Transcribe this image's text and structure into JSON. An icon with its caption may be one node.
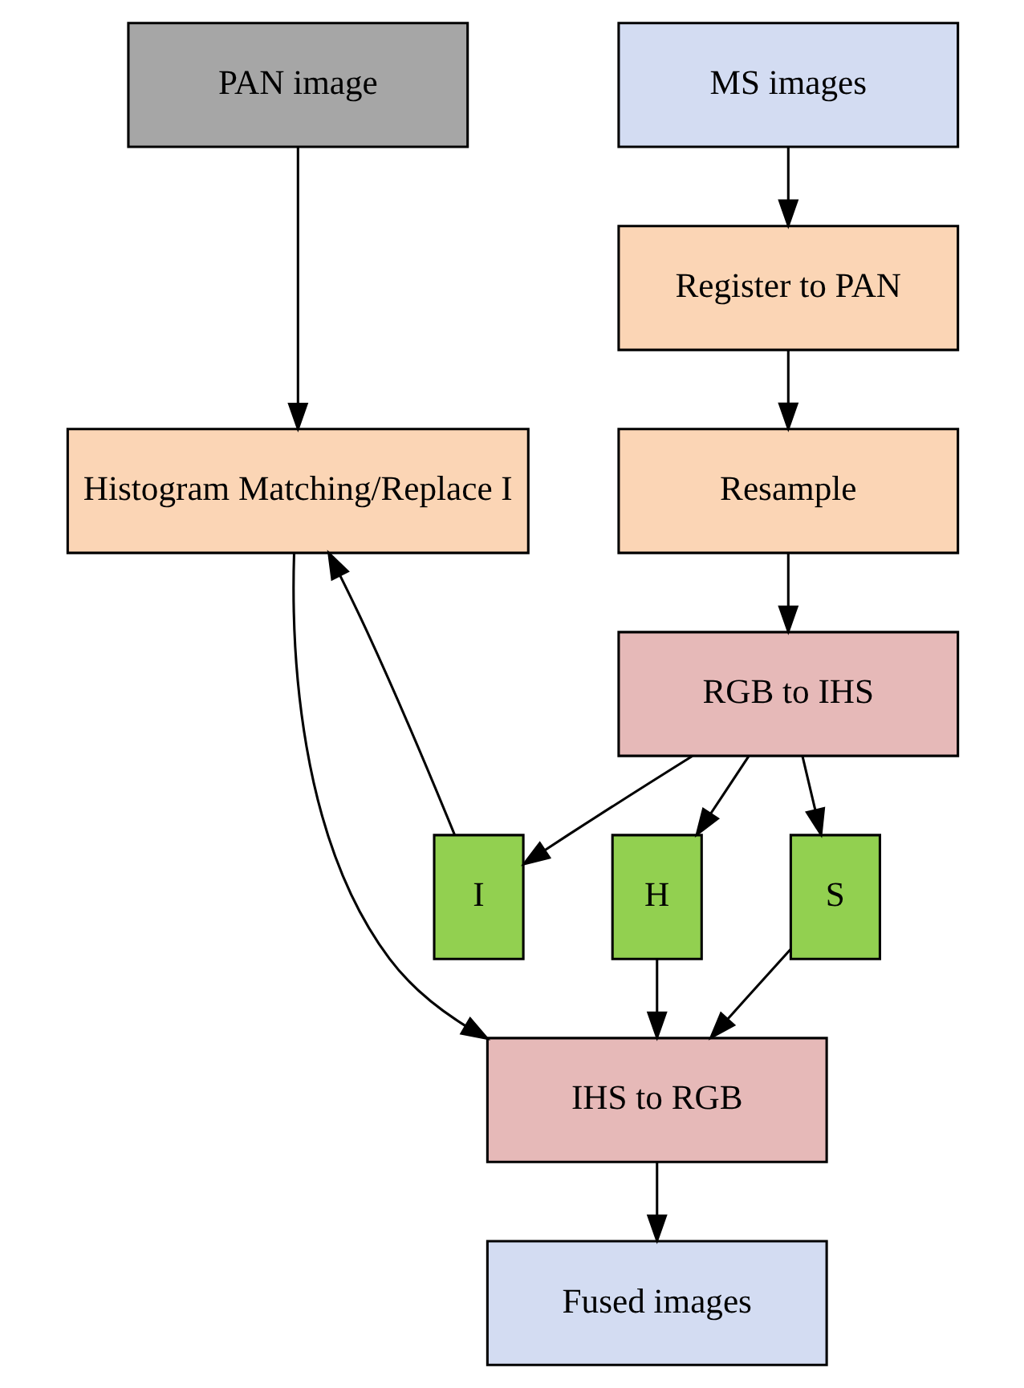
{
  "diagram": {
    "nodes": [
      {
        "text": [
          "PAN image"
        ]
      },
      {
        "text": [
          "MS images"
        ]
      },
      {
        "text": [
          "Register to PAN"
        ]
      },
      {
        "text": [
          "Histogram Matching/Replace I"
        ]
      },
      {
        "text": [
          "Resample"
        ]
      },
      {
        "text": [
          "RGB to IHS"
        ]
      },
      {
        "text": [
          "I"
        ]
      },
      {
        "text": [
          "H"
        ]
      },
      {
        "text": [
          "S"
        ]
      },
      {
        "text": [
          "IHS to RGB"
        ]
      },
      {
        "text": [
          "Fused images"
        ]
      }
    ],
    "edges": [
      {
        "from": 0,
        "to": 3,
        "arrow": "to"
      },
      {
        "from": 1,
        "to": 2,
        "arrow": "to"
      },
      {
        "from": 2,
        "to": 4,
        "arrow": "to"
      },
      {
        "from": 4,
        "to": 5,
        "arrow": "to"
      },
      {
        "from": 5,
        "to": 6,
        "arrow": "to"
      },
      {
        "from": 5,
        "to": 7,
        "arrow": "to"
      },
      {
        "from": 5,
        "to": 8,
        "arrow": "to"
      },
      {
        "from": 6,
        "to": 3,
        "arrow": "to"
      },
      {
        "from": 3,
        "to": 9,
        "arrow": "to"
      },
      {
        "from": 7,
        "to": 9,
        "arrow": "to"
      },
      {
        "from": 8,
        "to": 9,
        "arrow": "to"
      },
      {
        "from": 9,
        "to": 10,
        "arrow": "to"
      }
    ]
  }
}
